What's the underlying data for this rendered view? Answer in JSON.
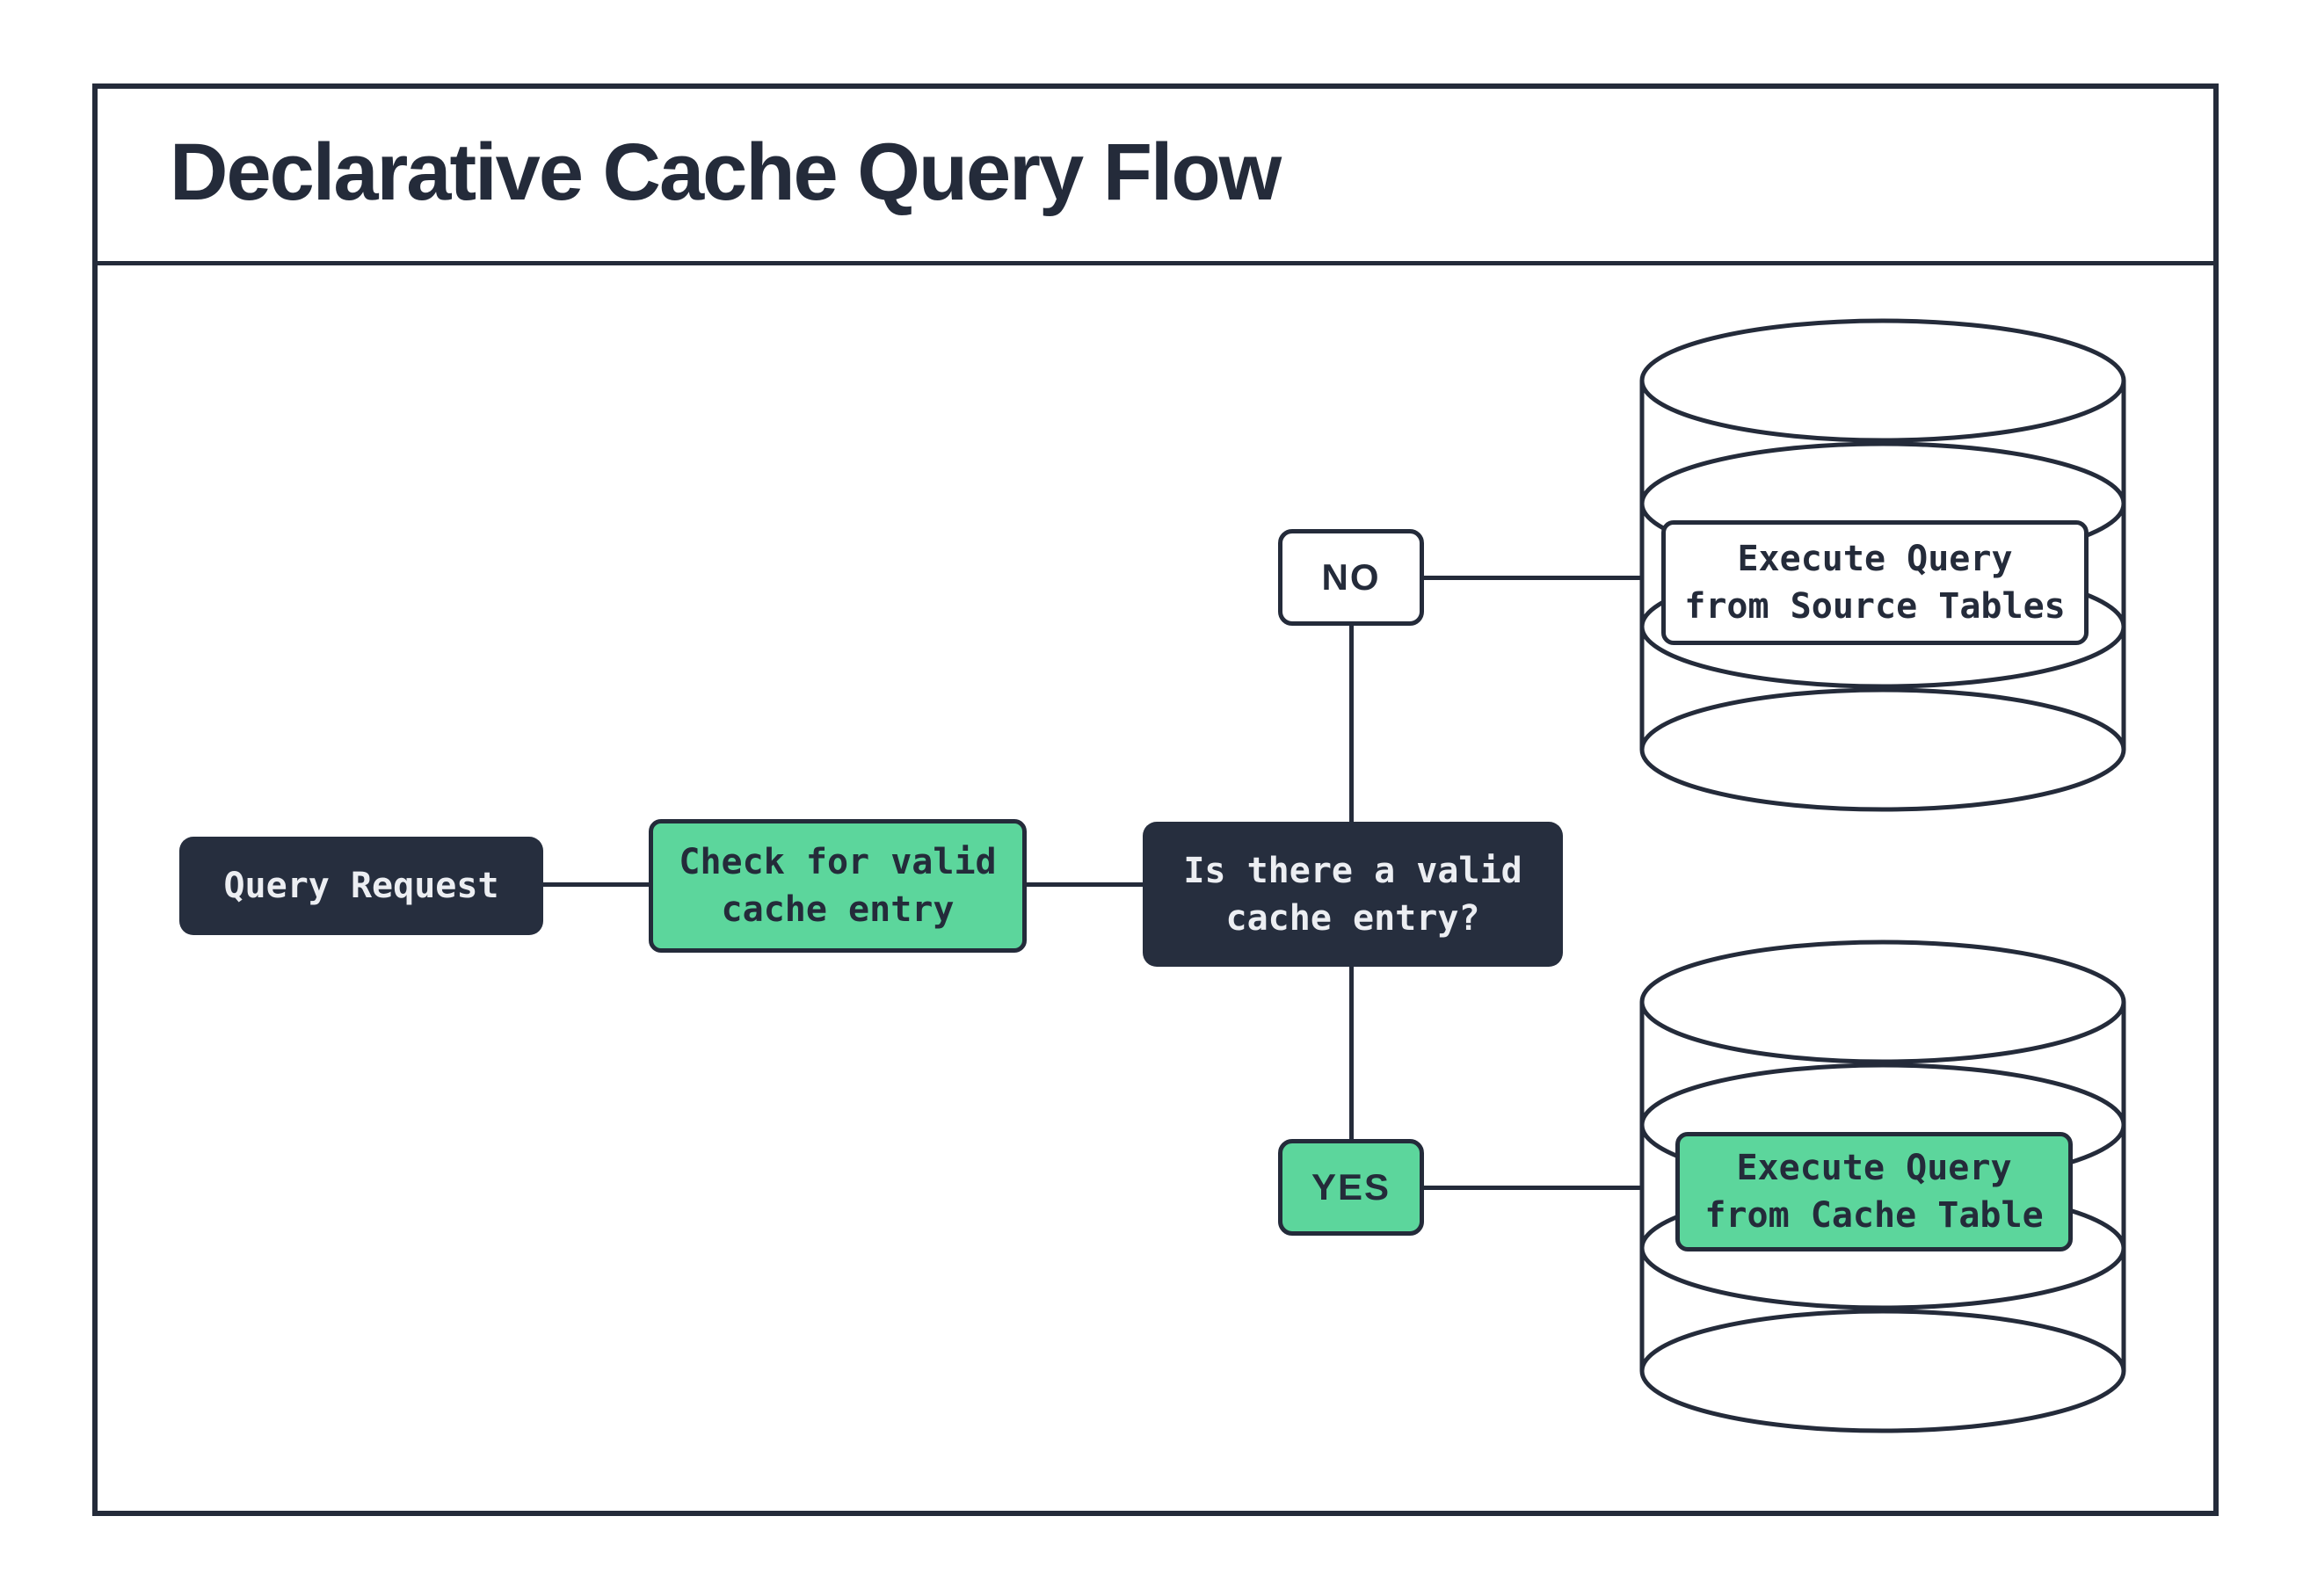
{
  "header": {
    "title": "Declarative Cache Query Flow"
  },
  "nodes": {
    "query_request": {
      "label": "Query Request"
    },
    "check_cache": {
      "line1": "Check for valid",
      "line2": "cache entry"
    },
    "decision": {
      "line1": "Is there a valid",
      "line2": "cache entry?"
    },
    "no_branch": {
      "label": "NO"
    },
    "yes_branch": {
      "label": "YES"
    },
    "execute_source": {
      "line1": "Execute Query",
      "line2": "from Source Tables"
    },
    "execute_cache": {
      "line1": "Execute Query",
      "line2": "from Cache Table"
    }
  },
  "colors": {
    "ink": "#242b3a",
    "dark_fill": "#262e3e",
    "green": "#5cd69c",
    "light_text": "#eceef2",
    "background": "#ffffff"
  }
}
